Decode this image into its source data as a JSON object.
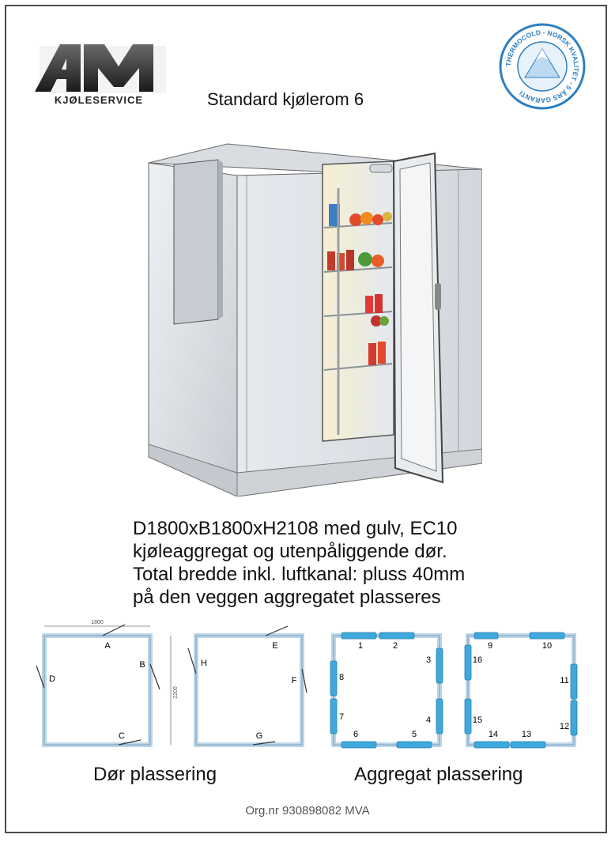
{
  "logo": {
    "letters": "AM",
    "company": "KJØLESERVICE"
  },
  "title": "Standard kjølerom 6",
  "seal": {
    "text": "THERMOCOLD - NORSK KVALITET - 5 ÅRS GARANTI"
  },
  "description": [
    "D1800xB1800xH2108 med gulv, EC10",
    "kjøleaggregat og utenpåliggende dør.",
    "Total bredde inkl. luftkanal: pluss 40mm",
    "på den veggen aggregatet plasseres"
  ],
  "door_plan": {
    "width_label": "1800",
    "height_label": "2200",
    "labels": [
      "A",
      "B",
      "C",
      "D",
      "E",
      "F",
      "G",
      "H"
    ]
  },
  "aggregate_plan": {
    "labels_a": [
      "1",
      "2",
      "3",
      "4",
      "5",
      "6",
      "7",
      "8"
    ],
    "labels_b": [
      "9",
      "10",
      "11",
      "12",
      "13",
      "14",
      "15",
      "16"
    ]
  },
  "captions": {
    "door": "Dør plassering",
    "aggregate": "Aggregat plassering"
  },
  "footer": "Org.nr 930898082  MVA",
  "colors": {
    "accent": "#3fa9dc",
    "wall": "#bcd6ea",
    "seal": "#2d7fc1"
  }
}
